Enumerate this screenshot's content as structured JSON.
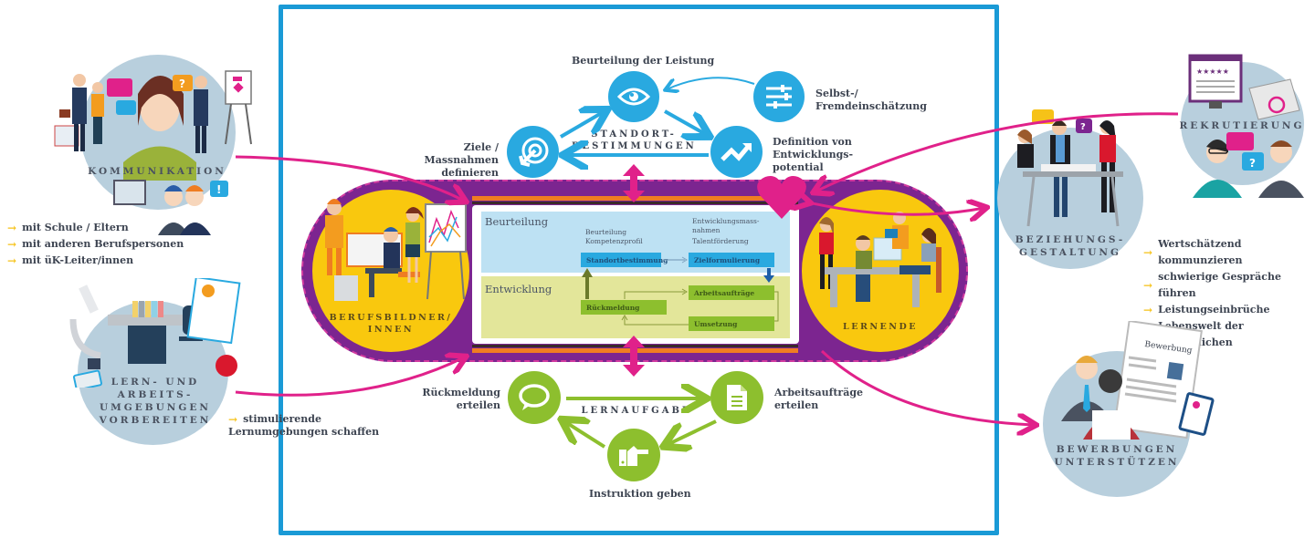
{
  "colors": {
    "frame": "#1a9ad6",
    "magenta": "#e0218a",
    "purple": "#7c2590",
    "yellow": "#f9c80e",
    "blue_icon": "#29a9e0",
    "green_icon": "#8dbf2e",
    "hub_circle": "#b8cfdd",
    "bullet_arrow": "#f6c218"
  },
  "left": {
    "kommunikation": {
      "title": "KOMMUNIKATION",
      "bullets": [
        "mit Schule / Eltern",
        "mit anderen Berufspersonen",
        "mit üK-Leiter/innen"
      ]
    },
    "lernumgebungen": {
      "title_lines": [
        "LERN- UND",
        "ARBEITS-",
        "UMGEBUNGEN",
        "VORBEREITEN"
      ],
      "bullet_line1": "stimulierende",
      "bullet_line2": "Lernumgebungen schaffen"
    }
  },
  "center": {
    "standort": {
      "title_lines": [
        "STANDORT-",
        "BESTIMMUNGEN"
      ],
      "beurteilung_label": "Beurteilung der Leistung",
      "selbst_label_lines": [
        "Selbst-/",
        "Fremdeinschätzung"
      ],
      "ziele_label_lines": [
        "Ziele  / Massnahmen",
        "definieren"
      ],
      "definition_label_lines": [
        "Definition von",
        "Entwicklungs-",
        "potential"
      ]
    },
    "berufsbildner": {
      "title_lines": [
        "BERUFSBILDNER/",
        "INNEN"
      ]
    },
    "lernende": {
      "title": "LERNENDE"
    },
    "panel": {
      "beurteilung_title": "Beurteilung",
      "entwicklung_title": "Entwicklung",
      "beurteilung_kompetenz_lines": [
        "Beurteilung",
        "Kompetenzprofil"
      ],
      "entwicklungsmass_lines": [
        "Entwicklungsmass-",
        "nahmen"
      ],
      "talentfoerderung": "Talentförderung",
      "boxes": {
        "standortbestimmung": "Standortbestimmung",
        "zielformulierung": "Zielformulierung",
        "arbeitsauftraege": "Arbeitsaufträge",
        "rueckmeldung": "Rückmeldung",
        "umsetzung": "Umsetzung"
      }
    },
    "lernaufgabe": {
      "title": "LERNAUFGABE",
      "rueckmeldung_lines": [
        "Rückmeldung",
        "erteilen"
      ],
      "arbeitsauftraege_lines": [
        "Arbeitsaufträge",
        "erteilen"
      ],
      "instruktion": "Instruktion geben"
    }
  },
  "right": {
    "rekrutierung": {
      "title": "REKRUTIERUNG"
    },
    "beziehung": {
      "title_lines": [
        "BEZIEHUNGS-",
        "GESTALTUNG"
      ],
      "bullets": [
        "Wertschätzend kommunzieren",
        "schwierige Gespräche führen",
        "Leistungseinbrüche",
        "Lebenswelt der Jugendlichen"
      ]
    },
    "bewerbungen": {
      "title_lines": [
        "BEWERBUNGEN",
        "UNTERSTÜTZEN"
      ],
      "document_title": "Bewerbung"
    }
  },
  "icons": {
    "eye": "eye-icon",
    "sliders": "sliders-icon",
    "target": "target-icon",
    "trend": "trend-up-icon",
    "speech": "speech-bubble-icon",
    "document": "document-icon",
    "pointing_hand": "pointing-hand-icon",
    "heart": "heart-icon",
    "bullet_arrow": "→"
  }
}
